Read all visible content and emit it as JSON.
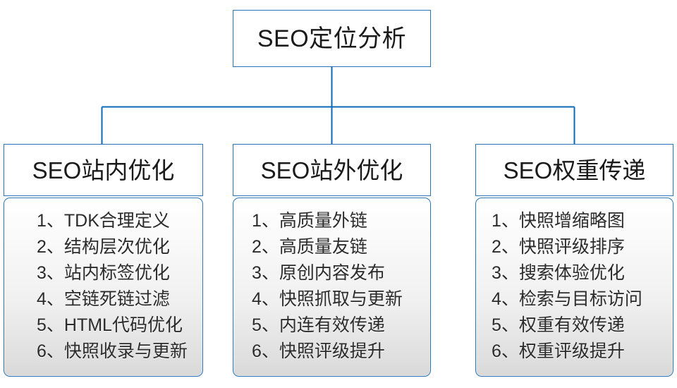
{
  "diagram": {
    "type": "org-tree",
    "accent_color": "#2a74b8",
    "root": {
      "title": "SEO定位分析"
    },
    "branches": [
      {
        "header": "SEO站内优化",
        "items": [
          "1、TDK合理定义",
          "2、结构层次优化",
          "3、站内标签优化",
          "4、空链死链过滤",
          "5、HTML代码优化",
          "6、快照收录与更新"
        ]
      },
      {
        "header": "SEO站外优化",
        "items": [
          "1、高质量外链",
          "2、高质量友链",
          "3、原创内容发布",
          "4、快照抓取与更新",
          "5、内连有效传递",
          "6、快照评级提升"
        ]
      },
      {
        "header": "SEO权重传递",
        "items": [
          "1、快照增缩略图",
          "2、快照评级排序",
          "3、搜索体验优化",
          "4、检索与目标访问",
          "5、权重有效传递",
          "6、权重评级提升"
        ]
      }
    ]
  }
}
